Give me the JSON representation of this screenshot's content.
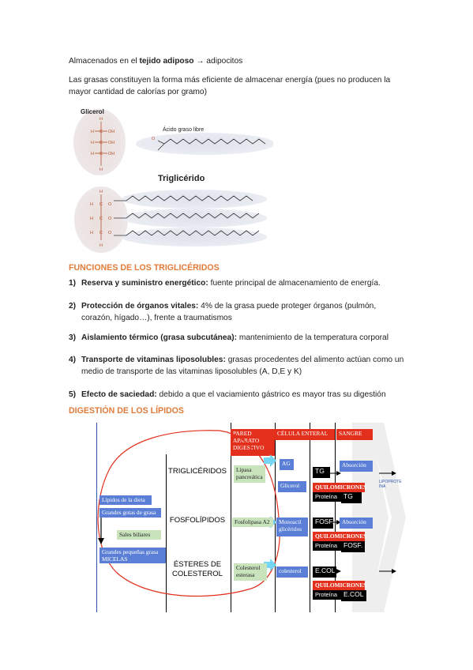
{
  "intro": {
    "line1_pre": "Almacenados en el ",
    "line1_bold": "tejido adiposo",
    "line1_post": " → adipocitos",
    "line2": "Las grasas constituyen la forma más eficiente de almacenar energía (pues no producen la",
    "line3": "mayor cantidad de calorías por gramo)"
  },
  "molecule_figure": {
    "glicerol": "Glicerol",
    "acido": "Ácido graso libre",
    "trigliceride": "Triglicérido",
    "h": "H",
    "c": "C",
    "oh": "OH",
    "o": "O"
  },
  "funciones": {
    "heading": "FUNCIONES DE LOS TRIGLICÉRIDOS",
    "items": [
      {
        "num": "1)",
        "bold": "Reserva y suministro energético:",
        "text": " fuente principal de almacenamiento de energía."
      },
      {
        "num": "2)",
        "bold": "Protección de órganos vitales:",
        "text": " 4% de la grasa puede proteger órganos (pulmón, corazón, hígado…), frente a traumatismos"
      },
      {
        "num": "3)",
        "bold": "Aislamiento térmico (grasa subcutánea):",
        "text": " mantenimiento de la temperatura corporal"
      },
      {
        "num": "4)",
        "bold": "Transporte de vitaminas liposolubles:",
        "text": " grasas procedentes del alimento actúan como un medio de transporte de las vitaminas liposolubles (A, D,E y K)"
      },
      {
        "num": "5)",
        "bold": "Efecto de saciedad:",
        "text": " debido a que el vaciamiento gástrico es mayor tras su digestión"
      }
    ]
  },
  "digestion": {
    "heading": "DIGESTIÓN DE LOS LÍPIDOS",
    "col_pared": "PARED APARATO DIGESTIVO",
    "col_celula": "CÉLULA ENTERAL",
    "col_sangre": "SANGRE",
    "lipidos_dieta": "Lípidos de la dieta",
    "grandes_gotas": "Grandes gotas de grasa",
    "sales_biliares": "Sales biliares",
    "micelas": "Grandes pequeñas grasa MICELAS",
    "trigliceridos": "TRIGLICÉRIDOS",
    "fosfolipidos": "FOSFOLÍPIDOS",
    "esteres": "ÉSTERES DE COLESTEROL",
    "lipasa": "Lipasa pancreática",
    "fosfolipasa": "Fosfolipasa A2",
    "colesterol_esterasa": "Colesterol esterasa",
    "ag": "AG",
    "glicerol": "Glicerol",
    "monoacil": "Monoacil glicéridos",
    "colesterol": "colesterol",
    "tg": "TG",
    "fosf": "FOSF.",
    "ecol": "E.COL",
    "quilomicrones": "QUILOMICRONES",
    "proteina": "Proteína",
    "absorcion": "Absorción",
    "lipoproteina": "LIPOPROTE ÍNA"
  },
  "colors": {
    "heading_orange": "#e07b39",
    "blue_box": "#5b7fd6",
    "red_box": "#e2301d",
    "green_box": "#c9e3bd"
  }
}
